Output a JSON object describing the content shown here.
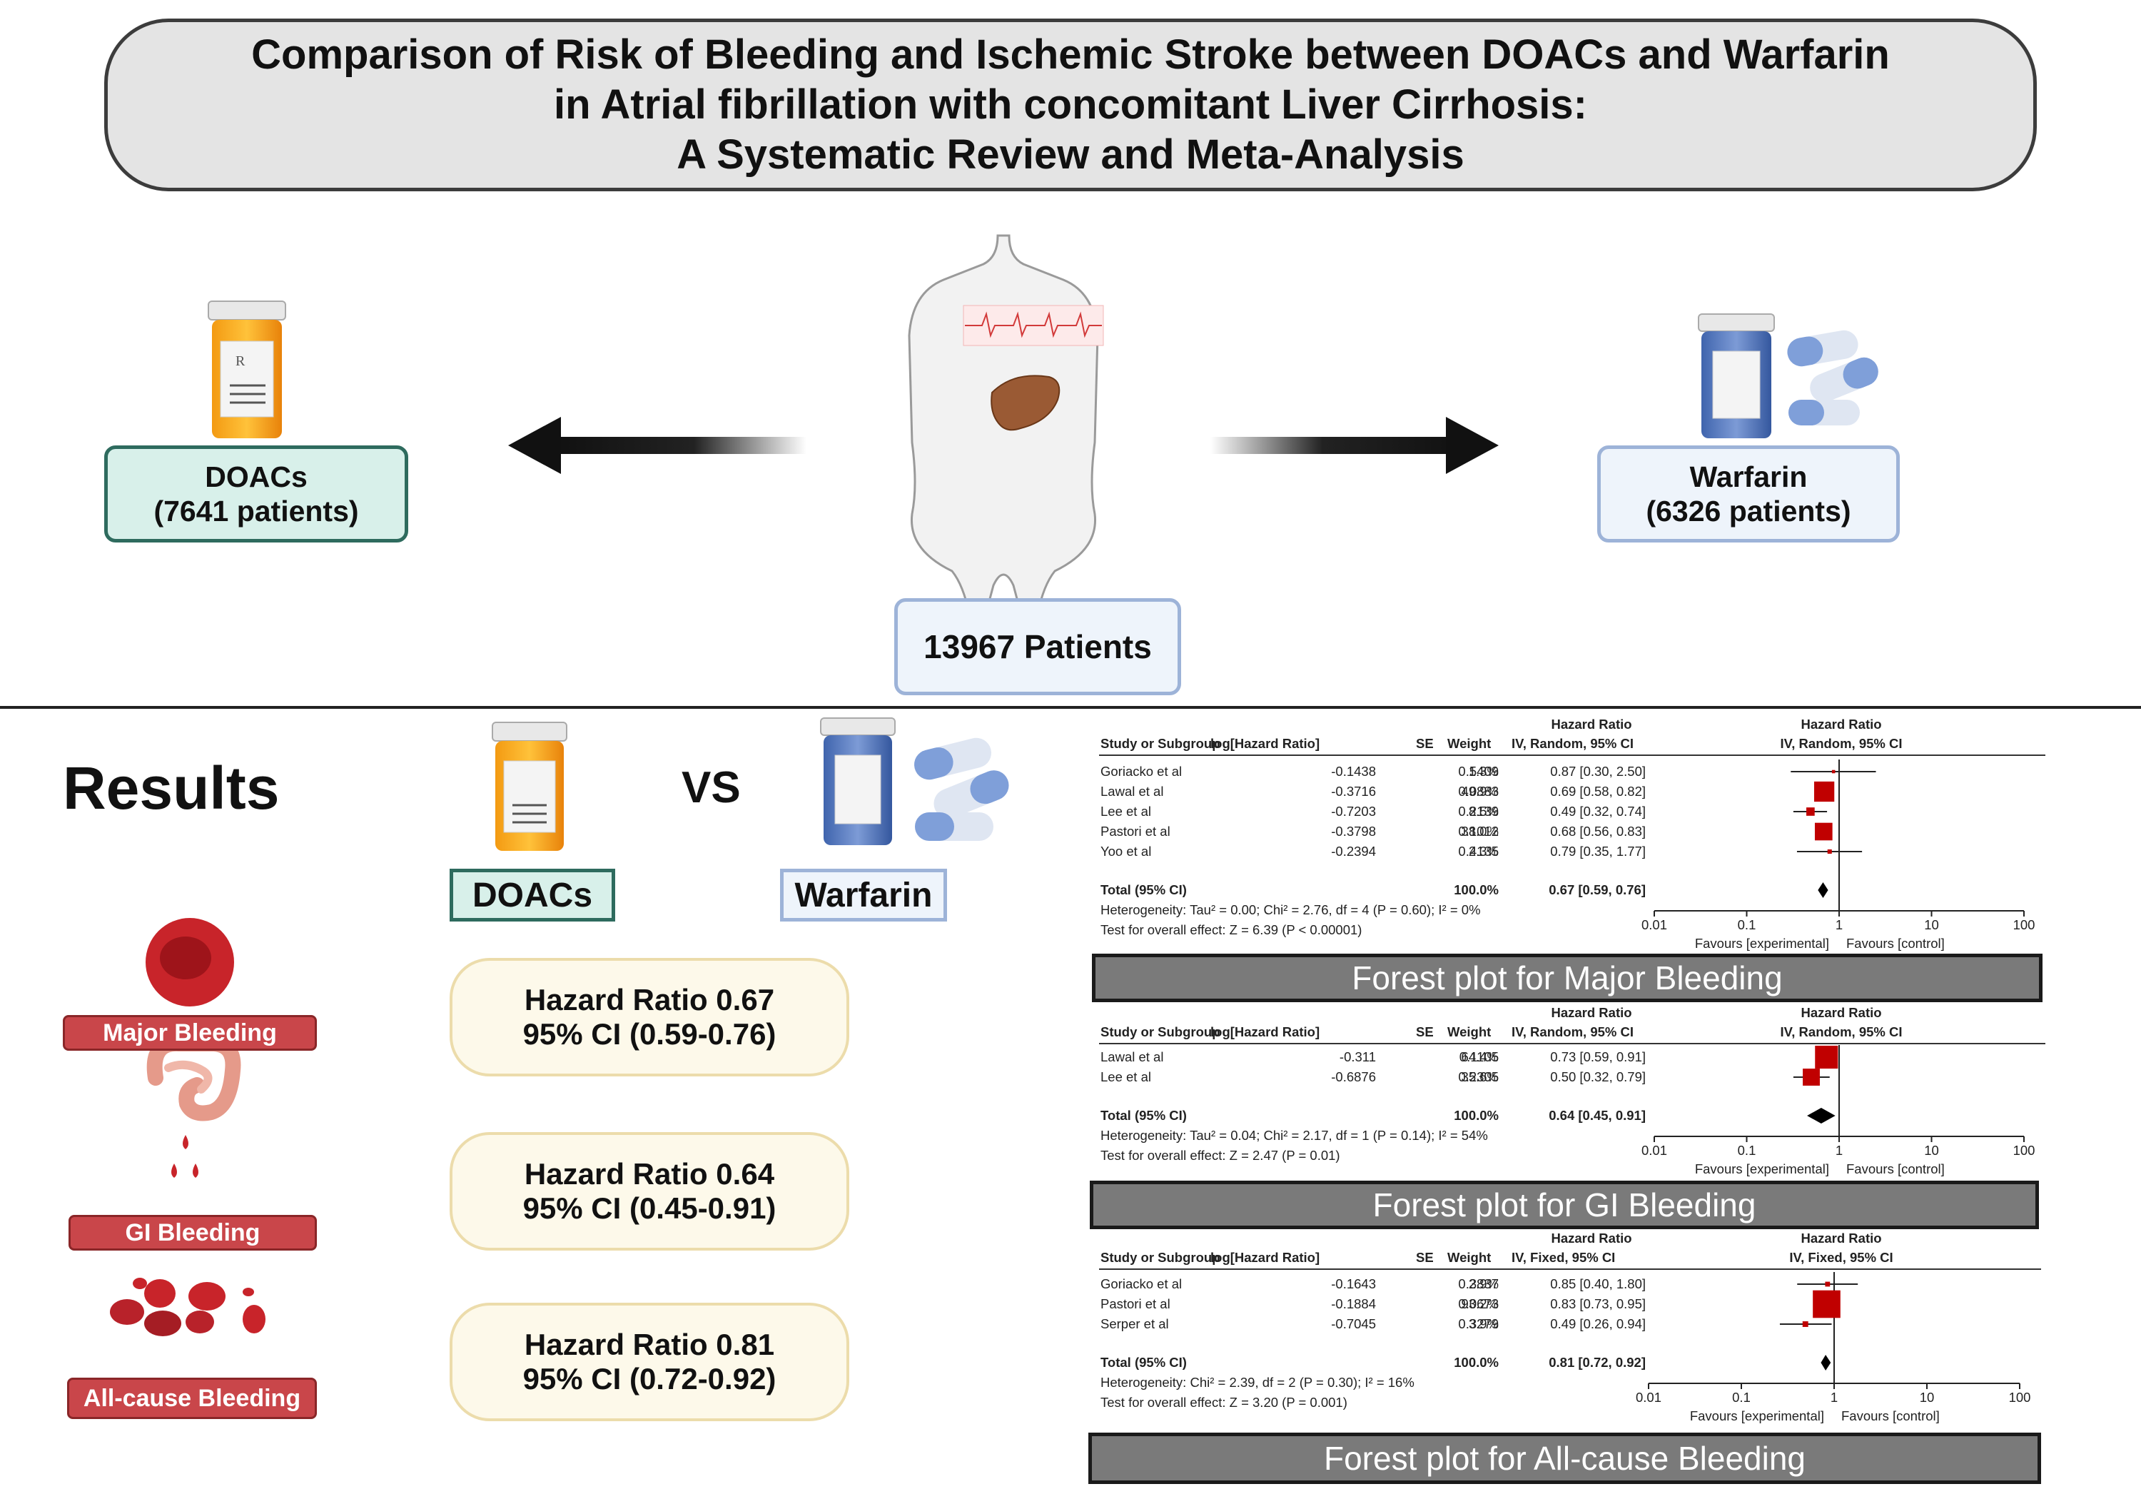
{
  "title": {
    "line1": "Comparison of Risk of Bleeding and Ischemic Stroke between DOACs and Warfarin",
    "line2": "in Atrial fibrillation with concomitant Liver Cirrhosis:",
    "line3": "A Systematic Review and Meta-Analysis"
  },
  "groups": {
    "doacs": {
      "name": "DOACs",
      "count": "(7641 patients)"
    },
    "warfarin": {
      "name": "Warfarin",
      "count": "(6326 patients)"
    },
    "total": "13967 Patients"
  },
  "results": {
    "heading": "Results",
    "vs": "VS",
    "doacs_label": "DOACs",
    "warfarin_label": "Warfarin",
    "outcomes": [
      {
        "badge": "Major Bleeding",
        "hr": "Hazard Ratio 0.67",
        "ci": "95% CI (0.59-0.76)"
      },
      {
        "badge": "GI Bleeding",
        "hr": "Hazard Ratio 0.64",
        "ci": "95% CI (0.45-0.91)"
      },
      {
        "badge": "All-cause Bleeding",
        "hr": "Hazard Ratio 0.81",
        "ci": "95% CI (0.72-0.92)"
      }
    ]
  },
  "colors": {
    "doacs_fill": "#d8f0ea",
    "doacs_border": "#2e6b5e",
    "warfarin_fill": "#eef4fb",
    "warfarin_border": "#9db3d8",
    "badge": "#c9464a",
    "marker": "#c00000"
  },
  "chart_data": [
    {
      "type": "forest",
      "caption": "Forest plot for Major Bleeding",
      "col_header": {
        "group": "Hazard Ratio",
        "study": "Study or Subgroup",
        "loghr": "log[Hazard Ratio]",
        "se": "SE",
        "weight": "Weight",
        "method": "IV, Random, 95% CI",
        "plot_method": "IV, Random, 95% CI"
      },
      "studies": [
        {
          "name": "Goriacko et al",
          "loghr": "-0.1438",
          "se": "0.5409",
          "weight": "1.3%",
          "hr_text": "0.87 [0.30, 2.50]",
          "hr": 0.87,
          "lo": 0.3,
          "hi": 2.5,
          "w": 1.3
        },
        {
          "name": "Lawal et al",
          "loghr": "-0.3716",
          "se": "0.0883",
          "weight": "49.9%",
          "hr_text": "0.69 [0.58, 0.82]",
          "hr": 0.69,
          "lo": 0.58,
          "hi": 0.82,
          "w": 49.9
        },
        {
          "name": "Lee et al",
          "loghr": "-0.7203",
          "se": "0.2139",
          "weight": "8.5%",
          "hr_text": "0.49 [0.32, 0.74]",
          "hr": 0.49,
          "lo": 0.32,
          "hi": 0.74,
          "w": 8.5
        },
        {
          "name": "Pastori et al",
          "loghr": "-0.3798",
          "se": "0.1012",
          "weight": "38.0%",
          "hr_text": "0.68 [0.56, 0.83]",
          "hr": 0.68,
          "lo": 0.56,
          "hi": 0.83,
          "w": 38.0
        },
        {
          "name": "Yoo et al",
          "loghr": "-0.2394",
          "se": "0.4135",
          "weight": "2.3%",
          "hr_text": "0.79 [0.35, 1.77]",
          "hr": 0.79,
          "lo": 0.35,
          "hi": 1.77,
          "w": 2.3
        }
      ],
      "total": {
        "label": "Total (95% CI)",
        "weight": "100.0%",
        "hr_text": "0.67 [0.59, 0.76]",
        "hr": 0.67,
        "lo": 0.59,
        "hi": 0.76
      },
      "heterogeneity": "Heterogeneity: Tau² = 0.00; Chi² = 2.76, df = 4 (P = 0.60); I² = 0%",
      "overall_test": "Test for overall effect: Z = 6.39 (P < 0.00001)",
      "x_axis": {
        "scale": "log",
        "ticks": [
          "0.01",
          "0.1",
          "1",
          "10",
          "100"
        ]
      },
      "favours_left": "Favours [experimental]",
      "favours_right": "Favours [control]"
    },
    {
      "type": "forest",
      "caption": "Forest plot for GI Bleeding",
      "col_header": {
        "group": "Hazard Ratio",
        "study": "Study or Subgroup",
        "loghr": "log[Hazard Ratio]",
        "se": "SE",
        "weight": "Weight",
        "method": "IV, Random, 95% CI",
        "plot_method": "IV, Random, 95% CI"
      },
      "studies": [
        {
          "name": "Lawal et al",
          "loghr": "-0.311",
          "se": "0.1105",
          "weight": "64.4%",
          "hr_text": "0.73 [0.59, 0.91]",
          "hr": 0.73,
          "lo": 0.59,
          "hi": 0.91,
          "w": 64.4
        },
        {
          "name": "Lee et al",
          "loghr": "-0.6876",
          "se": "0.2305",
          "weight": "35.6%",
          "hr_text": "0.50 [0.32, 0.79]",
          "hr": 0.5,
          "lo": 0.32,
          "hi": 0.79,
          "w": 35.6
        }
      ],
      "total": {
        "label": "Total (95% CI)",
        "weight": "100.0%",
        "hr_text": "0.64 [0.45, 0.91]",
        "hr": 0.64,
        "lo": 0.45,
        "hi": 0.91
      },
      "heterogeneity": "Heterogeneity: Tau² = 0.04; Chi² = 2.17, df = 1 (P = 0.14); I² = 54%",
      "overall_test": "Test for overall effect: Z = 2.47 (P = 0.01)",
      "x_axis": {
        "scale": "log",
        "ticks": [
          "0.01",
          "0.1",
          "1",
          "10",
          "100"
        ]
      },
      "favours_left": "Favours [experimental]",
      "favours_right": "Favours [control]"
    },
    {
      "type": "forest",
      "caption": "Forest plot for All-cause Bleeding",
      "col_header": {
        "group": "Hazard Ratio",
        "study": "Study or Subgroup",
        "loghr": "log[Hazard Ratio]",
        "se": "SE",
        "weight": "Weight",
        "method": "IV, Fixed, 95% CI",
        "plot_method": "IV, Fixed, 95% CI"
      },
      "studies": [
        {
          "name": "Goriacko et al",
          "loghr": "-0.1643",
          "se": "0.3837",
          "weight": "2.9%",
          "hr_text": "0.85 [0.40, 1.80]",
          "hr": 0.85,
          "lo": 0.4,
          "hi": 1.8,
          "w": 2.9
        },
        {
          "name": "Pastori et al",
          "loghr": "-0.1884",
          "se": "0.0673",
          "weight": "93.2%",
          "hr_text": "0.83 [0.73, 0.95]",
          "hr": 0.83,
          "lo": 0.73,
          "hi": 0.95,
          "w": 93.2
        },
        {
          "name": "Serper et al",
          "loghr": "-0.7045",
          "se": "0.3279",
          "weight": "3.9%",
          "hr_text": "0.49 [0.26, 0.94]",
          "hr": 0.49,
          "lo": 0.26,
          "hi": 0.94,
          "w": 3.9
        }
      ],
      "total": {
        "label": "Total (95% CI)",
        "weight": "100.0%",
        "hr_text": "0.81 [0.72, 0.92]",
        "hr": 0.81,
        "lo": 0.72,
        "hi": 0.92
      },
      "heterogeneity": "Heterogeneity: Chi² = 2.39, df = 2 (P = 0.30); I² = 16%",
      "overall_test": "Test for overall effect: Z = 3.20 (P = 0.001)",
      "x_axis": {
        "scale": "log",
        "ticks": [
          "0.01",
          "0.1",
          "1",
          "10",
          "100"
        ]
      },
      "favours_left": "Favours [experimental]",
      "favours_right": "Favours [control]"
    }
  ]
}
